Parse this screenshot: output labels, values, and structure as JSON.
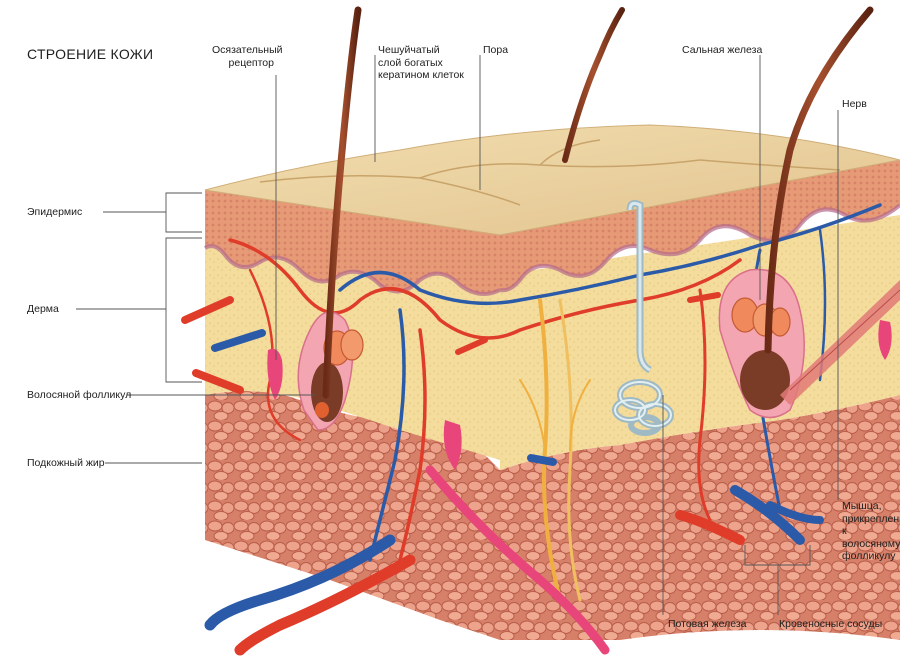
{
  "title": "СТРОЕНИЕ КОЖИ",
  "labels": {
    "epidermis": "Эпидермис",
    "dermis": "Дерма",
    "follicle": "Волосяной фолликул",
    "fat": "Подкожный жир",
    "receptor": "Осязательный\nрецептор",
    "scaly": "Чешуйчатый\nслой богатых\nкератином клеток",
    "pore": "Пора",
    "sebaceous": "Сальная железа",
    "nerve": "Нерв",
    "muscle": "Мышца,\nприкрепленная\nк волосяному\nфолликулу",
    "sweat": "Потовая железа",
    "vessels": "Кровеносные сосуды"
  },
  "colors": {
    "top_surface": "#ecd3a1",
    "epidermis": "#e8a07a",
    "dermis": "#f1d896",
    "fat": "#d9866c",
    "artery": "#e03c2a",
    "vein": "#2a5aa8",
    "nerve_fiber": "#f0b040",
    "hair": "#8a3a22",
    "gland": "#f08a5c",
    "sweat_gland": "#b9d0d8"
  }
}
